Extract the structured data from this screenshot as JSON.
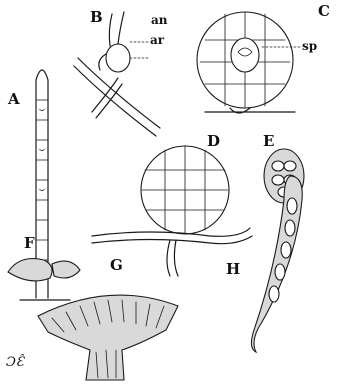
{
  "figure": {
    "labels": {
      "A": "A",
      "B": "B",
      "C": "C",
      "D": "D",
      "E": "E",
      "F": "F",
      "G": "G",
      "H": "H"
    },
    "annotations": {
      "an": "an",
      "ar": "ar",
      "sp": "sp"
    },
    "signature": "ƆƐ̂"
  }
}
